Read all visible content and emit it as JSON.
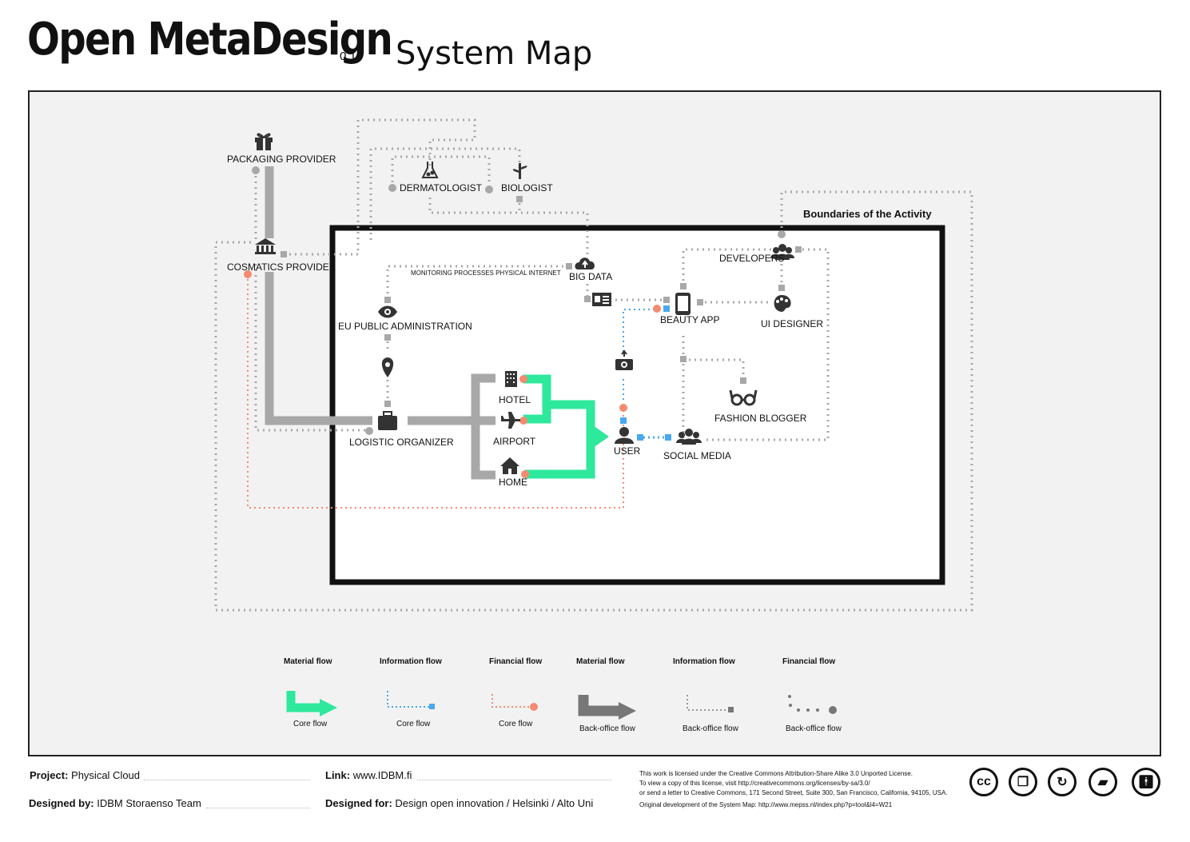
{
  "header": {
    "title": "Open MetaDesign",
    "version": "0.1",
    "subtitle": "System Map"
  },
  "diagram": {
    "boundary_label": "Boundaries of the Activity",
    "monitoring_label": "MONITORING PROCESSES PHYSICAL INTERNET",
    "nodes": {
      "packaging_provider": "PACKAGING PROVIDER",
      "cosmetics_provider": "COSMATICS PROVIDER",
      "dermatologist": "DERMATOLOGIST",
      "biologist": "BIOLOGIST",
      "big_data": "BIG DATA",
      "eu_public_administration": "EU PUBLIC ADMINISTRATION",
      "developers": "DEVELOPERS",
      "beauty_app": "BEAUTY APP",
      "ui_designer": "UI DESIGNER",
      "fashion_blogger": "FASHION BLOGGER",
      "hotel": "HOTEL",
      "airport": "AIRPORT",
      "home": "HOME",
      "user": "USER",
      "social_media": "SOCIAL MEDIA",
      "logistic_organizer": "LOGISTIC ORGANIZER"
    },
    "colors": {
      "core_material": "#2ee89c",
      "core_information": "#4aa8ee",
      "core_financial": "#f58a70",
      "back_office": "#9e9e9e",
      "boundary": "#111111"
    }
  },
  "legend": [
    {
      "title": "Material flow",
      "subtitle": "Core flow"
    },
    {
      "title": "Information flow",
      "subtitle": "Core flow"
    },
    {
      "title": "Financial flow",
      "subtitle": "Core flow"
    },
    {
      "title": "Material flow",
      "subtitle": "Back-office flow"
    },
    {
      "title": "Information flow",
      "subtitle": "Back-office flow"
    },
    {
      "title": "Financial flow",
      "subtitle": "Back-office flow"
    }
  ],
  "footer": {
    "project_label": "Project:",
    "project_value": "Physical Cloud",
    "link_label": "Link:",
    "link_value": "www.IDBM.fi",
    "designed_by_label": "Designed by:",
    "designed_by_value": "IDBM Storaenso Team",
    "designed_for_label": "Designed for:",
    "designed_for_value": "Design open innovation / Helsinki / Alto Uni",
    "license_lines": [
      "This work is licensed under the Creative Commons Attribution-Share Alike 3.0 Unported License.",
      "To view a copy of this license, visit http://creativecommons.org/licenses/by-sa/3.0/",
      "or send a letter to Creative Commons, 171 Second Street, Suite 300, San Francisco, California, 94105, USA.",
      "Original development of the System Map: http://www.mepss.nl/index.php?p=tool&l4=W21"
    ],
    "cc_icons": [
      "cc-icon",
      "copy-icon",
      "share-alike-icon",
      "car-icon",
      "attribution-icon"
    ]
  }
}
